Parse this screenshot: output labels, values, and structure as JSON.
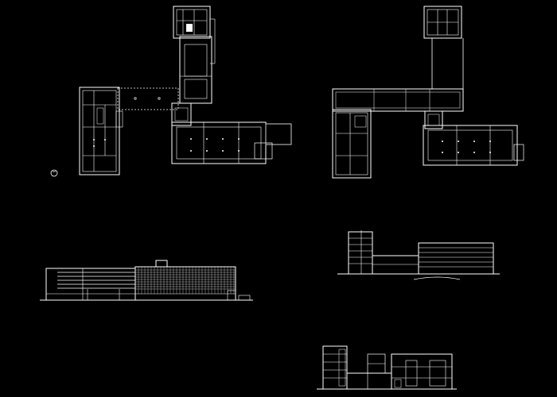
{
  "drawing": {
    "background": "#000000",
    "line_color": "#ffffff",
    "dim_line_color": "#9a9a9a",
    "views": [
      "plan-ground-floor",
      "plan-upper-floor",
      "elevation-long",
      "elevation-short",
      "section"
    ],
    "symbols": [
      "north-arrow-icon"
    ]
  }
}
